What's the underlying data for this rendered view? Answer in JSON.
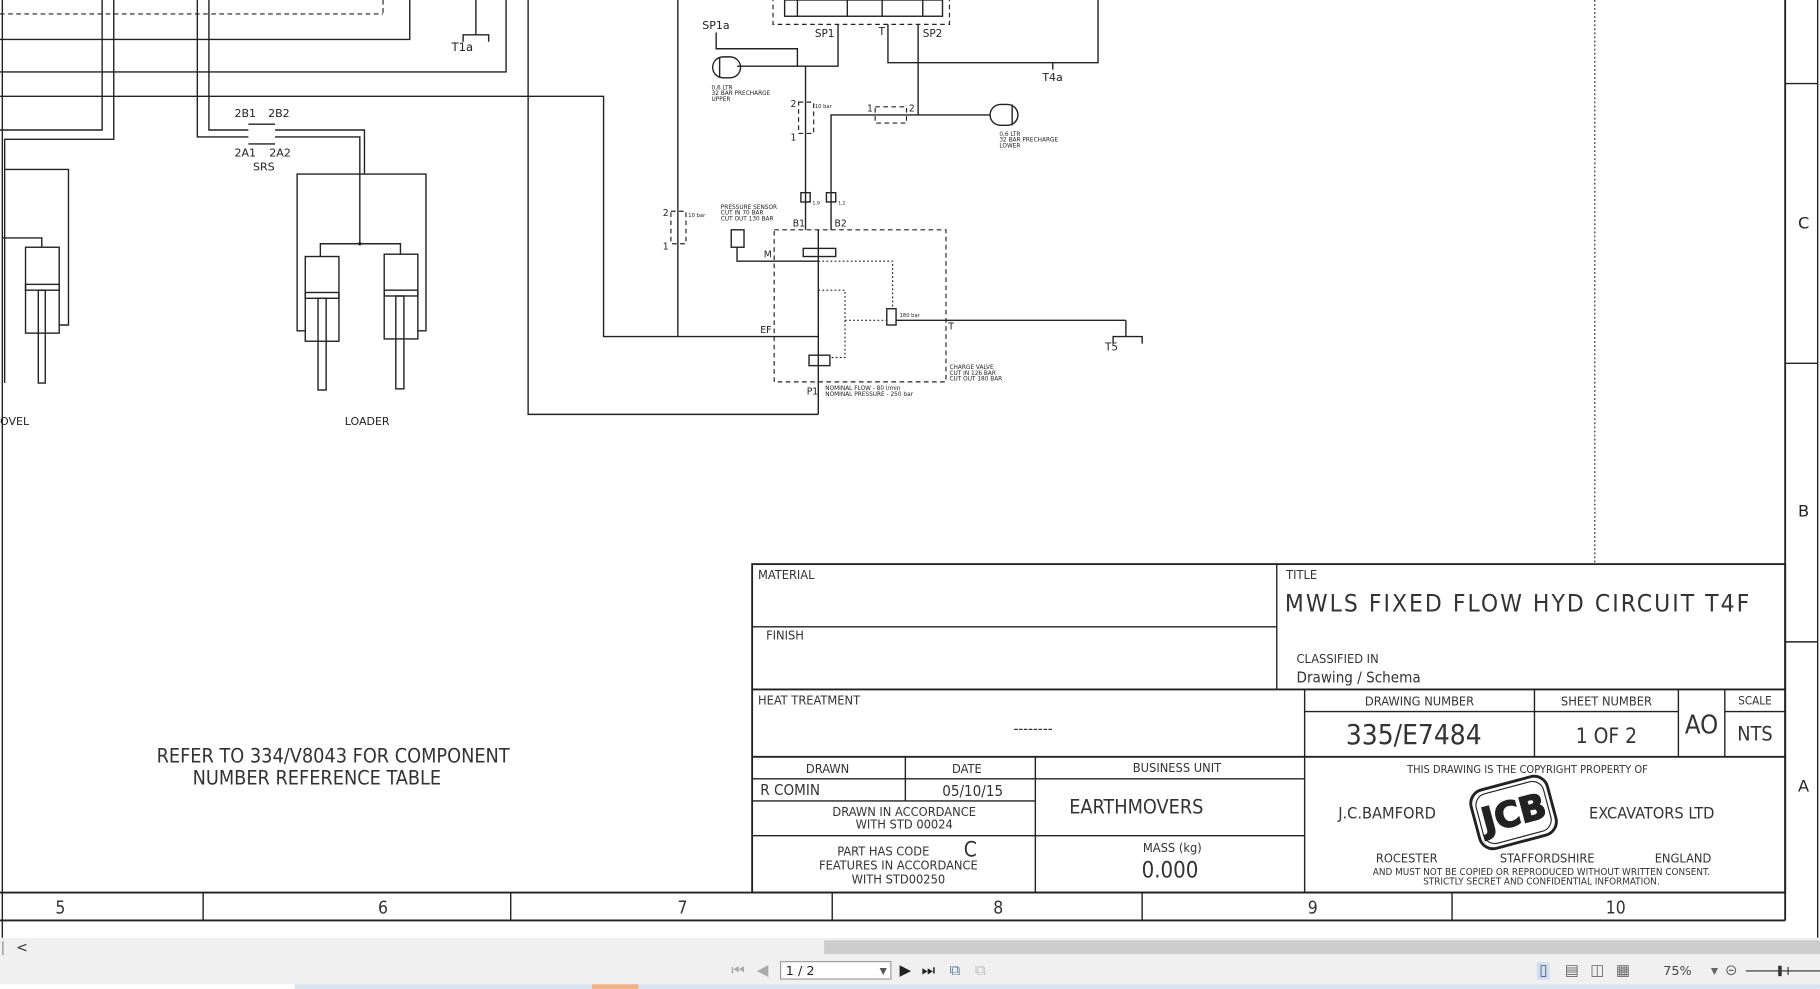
{
  "schematic": {
    "labels": {
      "t1a": "T1a",
      "sp1a": "SP1a",
      "sp1": "SP1",
      "t": "T",
      "sp2": "SP2",
      "t4a": "T4a",
      "b2b1": "2B1",
      "b2b2": "2B2",
      "a2a1": "2A1",
      "a2a2": "2A2",
      "srs": "SRS",
      "shovel": "OVEL",
      "loader": "LOADER",
      "acc_upper": [
        "0,6 LTR",
        "32 BAR PRECHARGE",
        "UPPER"
      ],
      "acc_lower": [
        "0,6 LTR",
        "32 BAR PRECHARGE",
        "LOWER"
      ],
      "check_10bar": "10 bar",
      "port1": "1",
      "port2": "2",
      "orifice1": "1,9",
      "orifice2": "1,2",
      "pressure_sensor": [
        "PRESSURE SENSOR",
        "CUT IN 70 BAR",
        "CUT OUT 130 BAR"
      ],
      "b1": "B1",
      "b2": "B2",
      "m": "M",
      "ef": "EF",
      "p1": "P1",
      "t_port": "T",
      "t5": "T5",
      "relief": "180 bar",
      "charge_valve": [
        "CHARGE VALVE",
        "CUT IN 126 BAR",
        "CUT OUT 180 BAR"
      ],
      "nominal": [
        "NOMINAL FLOW - 80 l/min",
        "NOMINAL PRESSURE - 250 bar"
      ]
    },
    "note": [
      "REFER TO 334/V8043 FOR COMPONENT",
      "NUMBER REFERENCE TABLE"
    ],
    "zones_right": [
      "C",
      "B",
      "A"
    ],
    "zones_bottom": [
      "5",
      "6",
      "7",
      "8",
      "9",
      "10"
    ]
  },
  "title_block": {
    "material_label": "MATERIAL",
    "finish_label": "FINISH",
    "title_label": "TITLE",
    "title": "MWLS FIXED FLOW HYD CIRCUIT T4F",
    "classified_label": "CLASSIFIED IN",
    "classified_value": "Drawing / Schema",
    "heat_label": "HEAT TREATMENT",
    "heat_value": "--------",
    "drawing_number_label": "DRAWING NUMBER",
    "drawing_number": "335/E7484",
    "sheet_number_label": "SHEET NUMBER",
    "sheet_number": "1 OF 2",
    "size": "AO",
    "scale_label": "SCALE",
    "scale": "NTS",
    "drawn_label": "DRAWN",
    "drawn_by": "R COMIN",
    "date_label": "DATE",
    "date": "05/10/15",
    "business_unit_label": "BUSINESS UNIT",
    "business_unit": "EARTHMOVERS",
    "std1": [
      "DRAWN IN ACCORDANCE",
      "WITH STD 00024"
    ],
    "part_code": [
      "PART HAS CODE",
      "C",
      "FEATURES IN ACCORDANCE",
      "WITH STD00250"
    ],
    "mass_label": "MASS (kg)",
    "mass": "0.000",
    "copyright_top": "THIS DRAWING IS THE COPYRIGHT PROPERTY OF",
    "company_left": "J.C.BAMFORD",
    "logo": "JCB",
    "company_right": "EXCAVATORS LTD",
    "address": [
      "ROCESTER",
      "STAFFORDSHIRE",
      "ENGLAND"
    ],
    "legal": [
      "AND MUST NOT BE COPIED OR REPRODUCED WITHOUT WRITTEN CONSENT.",
      "STRICTLY SECRET AND CONFIDENTIAL INFORMATION."
    ]
  },
  "viewer": {
    "scroll_left": "<",
    "page_value": "1 / 2",
    "zoom": "75%",
    "icons": [
      "first-page-icon",
      "prev-page-icon",
      "next-page-icon",
      "last-page-icon",
      "rotate-icon",
      "copy-icon",
      "single-page-icon",
      "continuous-icon",
      "facing-icon",
      "continuous-facing-icon",
      "zoom-out-icon",
      "zoom-slider"
    ]
  }
}
